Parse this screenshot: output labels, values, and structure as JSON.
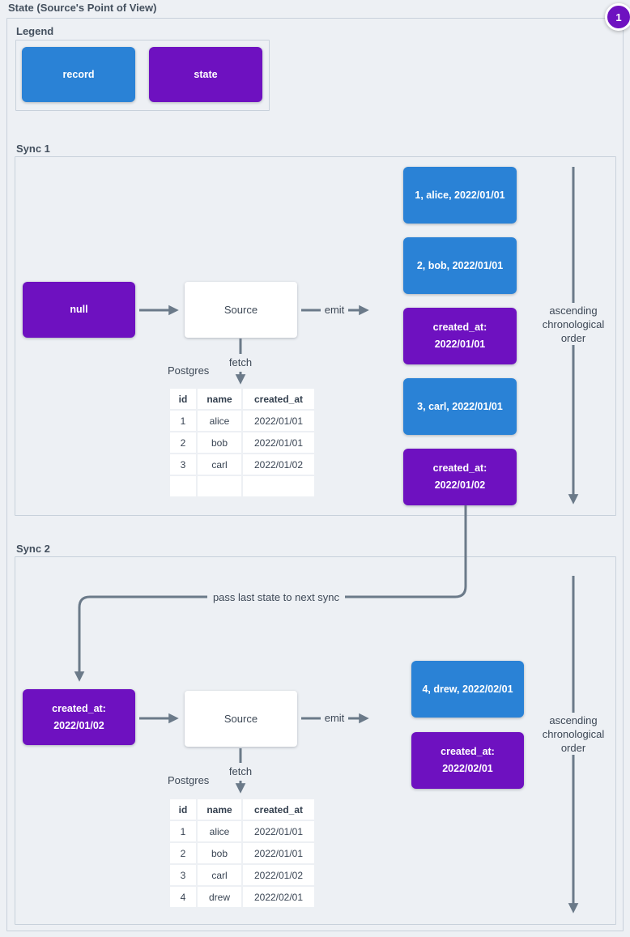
{
  "page": {
    "title": "State (Source's Point of View)",
    "badge": "1",
    "colors": {
      "background": "#edf0f4",
      "border": "#c8d1db",
      "record": "#2a82d6",
      "state": "#6e11c0",
      "line": "#6b7a89",
      "text": "#3d4856"
    }
  },
  "legend": {
    "label": "Legend",
    "items": [
      {
        "type": "record",
        "label": "record"
      },
      {
        "type": "state",
        "label": "state"
      }
    ]
  },
  "sync1": {
    "label": "Sync 1",
    "input_state": {
      "type": "state",
      "text": "null"
    },
    "source_label": "Source",
    "emit_label": "emit",
    "fetch_label": "fetch",
    "db_label": "Postgres",
    "table": {
      "headers": [
        "id",
        "name",
        "created_at"
      ],
      "rows": [
        [
          "1",
          "alice",
          "2022/01/01"
        ],
        [
          "2",
          "bob",
          "2022/01/01"
        ],
        [
          "3",
          "carl",
          "2022/01/02"
        ],
        [
          "",
          "",
          ""
        ]
      ]
    },
    "emitted": [
      {
        "type": "record",
        "text": "1, alice, 2022/01/01"
      },
      {
        "type": "record",
        "text": "2, bob, 2022/01/01"
      },
      {
        "type": "state",
        "text": "created_at:\n2022/01/01"
      },
      {
        "type": "record",
        "text": "3, carl, 2022/01/01"
      },
      {
        "type": "state",
        "text": "created_at:\n2022/01/02"
      }
    ],
    "order_label": "ascending\nchronological\norder"
  },
  "pass_label": "pass last state to next sync",
  "sync2": {
    "label": "Sync 2",
    "input_state": {
      "type": "state",
      "text": "created_at:\n2022/01/02"
    },
    "source_label": "Source",
    "emit_label": "emit",
    "fetch_label": "fetch",
    "db_label": "Postgres",
    "table": {
      "headers": [
        "id",
        "name",
        "created_at"
      ],
      "rows": [
        [
          "1",
          "alice",
          "2022/01/01"
        ],
        [
          "2",
          "bob",
          "2022/01/01"
        ],
        [
          "3",
          "carl",
          "2022/01/02"
        ],
        [
          "4",
          "drew",
          "2022/02/01"
        ]
      ]
    },
    "emitted": [
      {
        "type": "record",
        "text": "4, drew, 2022/02/01"
      },
      {
        "type": "state",
        "text": "created_at:\n2022/02/01"
      }
    ],
    "order_label": "ascending\nchronological\norder"
  }
}
